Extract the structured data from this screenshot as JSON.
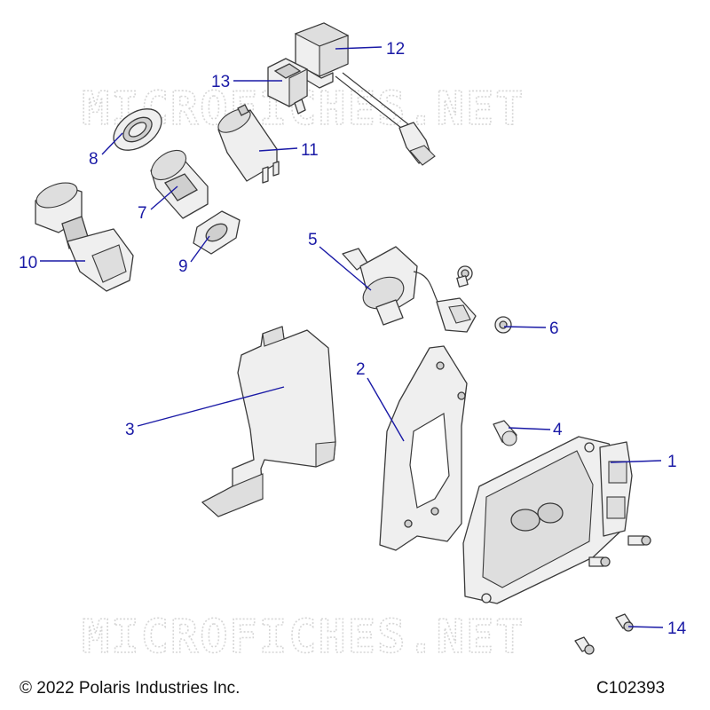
{
  "watermark": "MICROFICHES.NET",
  "footer": {
    "copyright": "© 2022 Polaris Industries Inc.",
    "diagram_id": "C102393"
  },
  "callouts": [
    "1",
    "2",
    "3",
    "4",
    "5",
    "6",
    "7",
    "8",
    "9",
    "10",
    "11",
    "12",
    "13",
    "14"
  ],
  "colors": {
    "callout": "#1a1aa6",
    "line_art": "#3a3a3a",
    "watermark": "#d6d6d6"
  }
}
